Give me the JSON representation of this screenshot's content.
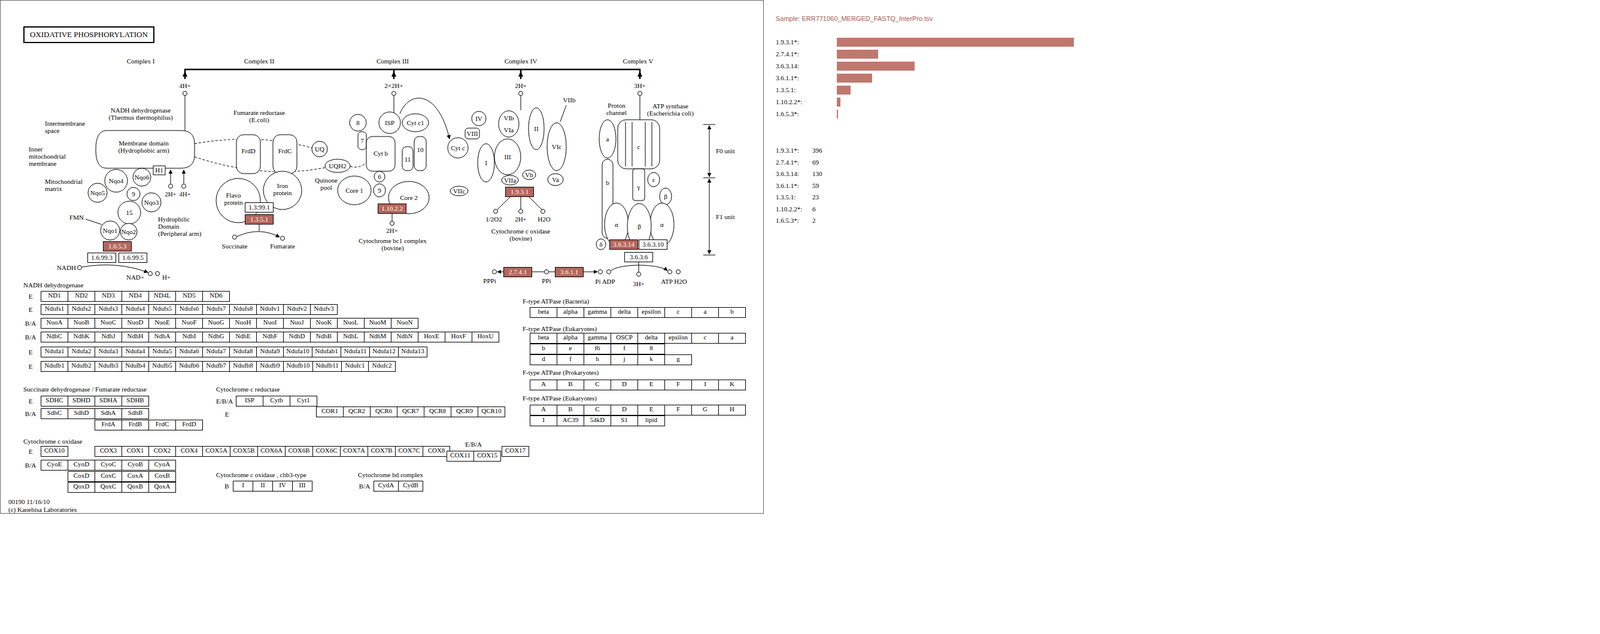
{
  "diagram": {
    "title": "OXIDATIVE PHOSPHORYLATION",
    "nodes": [
      {
        "text": [
          "1.6.5.3"
        ]
      },
      {
        "text": [
          "1.6.99.3"
        ]
      },
      {
        "text": [
          "1.6.99.5"
        ]
      },
      {
        "text": [
          "1.3.99.1"
        ]
      },
      {
        "text": [
          "1.3.5.1"
        ]
      },
      {
        "text": [
          "1.10.2.2"
        ]
      },
      {
        "text": [
          "1.9.3.1"
        ]
      },
      {
        "text": [
          "2.7.4.1"
        ]
      },
      {
        "text": [
          "3.6.1.1"
        ]
      },
      {
        "text": [
          "3.6.3.14"
        ]
      },
      {
        "text": [
          "3.6.3.10"
        ]
      },
      {
        "text": [
          "3.6.3.6"
        ]
      }
    ],
    "labels": [
      "Complex I",
      "Complex II",
      "Complex III",
      "Complex IV",
      "Complex V",
      "4H+",
      "2×2H+",
      "2H+",
      "3H+",
      "NADH dehydrogenase (Thermus thermophilus)",
      "Intermembrane space",
      "Inner mitochondrial membrane",
      "Mitochondrial matrix",
      "Membrane domain (Hydrophobic arm)",
      "Nqo4",
      "Nqo6",
      "H1",
      "Nqo5",
      "9",
      "Nqo3",
      "15",
      "Nqo1",
      "Nqo2",
      "FMN",
      "Hydrophilic Domain (Peripheral arm)",
      "2H+",
      "4H+",
      "NADH",
      "NAD+",
      "H+",
      "Fumarate reductase (E.coli)",
      "FrdD",
      "FrdC",
      "UQ",
      "UQH2",
      "Quinone pool",
      "Flavo protein",
      "Iron protein",
      "Succinate",
      "Fumarate",
      "8",
      "ISP",
      "Cyt c1",
      "7",
      "Cyt b",
      "10",
      "11",
      "6",
      "Core 1",
      "9",
      "Core 2",
      "2H+",
      "Cytochrome bc1 complex (bovine)",
      "Cyt c",
      "IV",
      "VIII",
      "VIb",
      "VIa",
      "VIIb",
      "II",
      "III",
      "I",
      "VIc",
      "VIIa",
      "Vb",
      "Va",
      "VIIc",
      "1/2O2",
      "2H+",
      "H2O",
      "Cytochrome c oxidase (bovine)",
      "Proton channel",
      "ATP synthase (Escherichia coli)",
      "a",
      "c",
      "b",
      "ε",
      "γ",
      "β",
      "α",
      "β",
      "α",
      "δ",
      "3H+",
      "Pi ADP",
      "ATP H2O",
      "F0 unit",
      "F1 unit",
      "PPPi",
      "PPi",
      "00190 11/16/10",
      "(c) Kanehisa Laboratories",
      "NADH dehydrogenase",
      "E",
      "ND1",
      "ND2",
      "ND3",
      "ND4",
      "ND4L",
      "ND5",
      "ND6",
      "E",
      "Ndufs1",
      "Ndufs2",
      "Ndufs3",
      "Ndufs4",
      "Ndufs5",
      "Ndufs6",
      "Ndufs7",
      "Ndufs8",
      "Ndufv1",
      "Ndufv2",
      "Ndufv3",
      "B/A",
      "NuoA",
      "NuoB",
      "NuoC",
      "NuoD",
      "NuoE",
      "NuoF",
      "NuoG",
      "NuoH",
      "NuoI",
      "NuoJ",
      "NuoK",
      "NuoL",
      "NuoM",
      "NuoN",
      "B/A",
      "NdhC",
      "NdhK",
      "NdhJ",
      "NdhH",
      "NdhA",
      "NdhI",
      "NdhG",
      "NdhE",
      "NdhF",
      "NdhD",
      "NdhB",
      "NdhL",
      "NdhM",
      "NdhN",
      "HoxE",
      "HoxF",
      "HoxU",
      "E",
      "Ndufa1",
      "Ndufa2",
      "Ndufa3",
      "Ndufa4",
      "Ndufa5",
      "Ndufa6",
      "Ndufa7",
      "Ndufa8",
      "Ndufa9",
      "Ndufa10",
      "Ndufab1",
      "Ndufa11",
      "Ndufa12",
      "Ndufa13",
      "E",
      "Ndufb1",
      "Ndufb2",
      "Ndufb3",
      "Ndufb4",
      "Ndufb5",
      "Ndufb6",
      "Ndufb7",
      "Ndufb8",
      "Ndufb9",
      "Ndufb10",
      "Ndufb11",
      "Ndufc1",
      "Ndufc2",
      "Succinate dehydrogenase / Fumarate reductase",
      "E",
      "SDHC",
      "SDHD",
      "SDHA",
      "SDHB",
      "B/A",
      "SdhC",
      "SdhD",
      "SdhA",
      "SdhB",
      "FrdA",
      "FrdB",
      "FrdC",
      "FrdD",
      "Cytochrome c reductase",
      "E/B/A",
      "ISP",
      "Cytb",
      "Cyt1",
      "E",
      "COR1",
      "QCR2",
      "QCR6",
      "QCR7",
      "QCR8",
      "QCR9",
      "QCR10",
      "Cytochrome c oxidase",
      "E",
      "COX10",
      "COX3",
      "COX1",
      "COX2",
      "COX4",
      "COX5A",
      "COX5B",
      "COX6A",
      "COX6B",
      "COX6C",
      "COX7A",
      "COX7B",
      "COX7C",
      "COX8",
      "E/B/A",
      "COX11",
      "COX15",
      "COX17",
      "B/A",
      "CyoE",
      "CyoD",
      "CyoC",
      "CyoB",
      "CyoA",
      "CoxD",
      "CoxC",
      "CoxA",
      "CoxB",
      "QoxD",
      "QoxC",
      "QoxB",
      "QoxA",
      "Cytochrome c oxidase , cbb3-type",
      "B",
      "I",
      "II",
      "IV",
      "III",
      "Cytochrome bd complex",
      "B/A",
      "CydA",
      "CydB",
      "F-type ATPase (Bacteria)",
      "beta",
      "alpha",
      "gamma",
      "delta",
      "epsilon",
      "c",
      "a",
      "b",
      "F-type ATPase (Eukaryotes)",
      "beta",
      "alpha",
      "gamma",
      "OSCP",
      "delta",
      "epsilon",
      "c",
      "a",
      "b",
      "e",
      "f6",
      "f",
      "8",
      "d",
      "f",
      "h",
      "j",
      "k",
      "g",
      "F-type ATPase (Prokaryotes)",
      "A",
      "B",
      "C",
      "D",
      "E",
      "F",
      "I",
      "K",
      "F-type ATPase (Eukaryotes)",
      "A",
      "B",
      "C",
      "D",
      "E",
      "F",
      "G",
      "H",
      "I",
      "AC39",
      "54kD",
      "S1",
      "lipid",
      "Sample: ERR771060_MERGED_FASTQ_InterPro.tsv",
      "1.9.3.1*:",
      "2.7.4.1*:",
      "3.6.3.14:",
      "3.6.1.1*:",
      "1.3.5.1:",
      "1.10.2.2*:",
      "1.6.5.3*:",
      "1.9.3.1*:",
      "396",
      "2.7.4.1*:",
      "69",
      "3.6.3.14:",
      "130",
      "3.6.1.1*:",
      "59",
      "1.3.5.1:",
      "23",
      "1.10.2.2*:",
      "6",
      "1.6.5.3*:",
      "2"
    ]
  }
}
